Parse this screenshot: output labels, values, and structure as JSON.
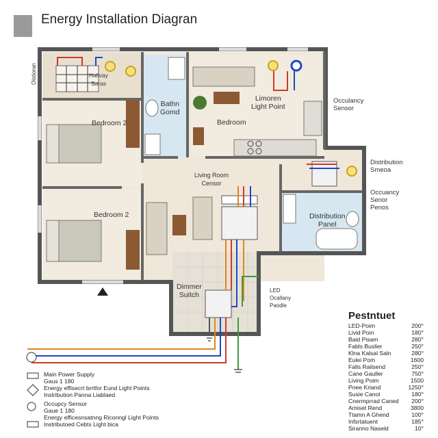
{
  "header": {
    "title": "Energy Installation Diagran"
  },
  "rooms": {
    "hallway": "Hallvay\nSaras",
    "bath": "Bathn\nGomd",
    "bedroom_top": "Bedroom 2",
    "bedroom_bottom": "Bedroom 2",
    "living_room": "Living Room\nCensor",
    "kitchen_light": "Limoren\nLight Point",
    "bedroom_right": "Bedroom",
    "distribution_panel": "Distribution\nPanel",
    "dimmer": "Dimmer\nSuitch",
    "left_vertical": "Oistioran"
  },
  "callouts": {
    "occupancy_1": "Occulancy\nSensor",
    "distribution_sensor": "Distribution\nSmeoa",
    "occupancy_2": "Occuancy\nSenor\nPenos",
    "led_occupancy": "LED\nOcallany\nPaodle"
  },
  "parts_list": {
    "title": "Pestntuet",
    "rows": [
      {
        "name": "LED-Poim",
        "value": "200°"
      },
      {
        "name": "Livid Poin",
        "value": "180°"
      },
      {
        "name": "Baid Pisam",
        "value": "280°"
      },
      {
        "name": "Fabls Buslier",
        "value": "250°"
      },
      {
        "name": "Klna Kalsal Saln",
        "value": "280°"
      },
      {
        "name": "Eulei Pom",
        "value": "1600"
      },
      {
        "name": "Falls Railsend",
        "value": "250°"
      },
      {
        "name": "Cane Gauller",
        "value": "750°"
      },
      {
        "name": "Living Poim",
        "value": "1500"
      },
      {
        "name": "Pnee Kriand",
        "value": "1250°"
      },
      {
        "name": "Susie Canol",
        "value": "180°"
      },
      {
        "name": "Cnermprrad Caned",
        "value": "200°"
      },
      {
        "name": "Amiset Rend",
        "value": "3800"
      },
      {
        "name": "Ttamn A Ghend",
        "value": "100°"
      },
      {
        "name": "Infsrtatuent",
        "value": "185°"
      },
      {
        "name": "Siranno Naseld",
        "value": "10°"
      }
    ]
  },
  "legend": {
    "main_power": "Main Power Supply",
    "gaus_1": "Gaus 1 180",
    "energy_1": "Energy effisecrt brrtfor Eund Light Points",
    "instr_1": "Instribution Panna Liablaed",
    "occupy": "Occupcy Sensor",
    "gaus_2": "Gaue 1 180",
    "energy_2": "Energy efficesnsatnng Riconngl Light Points",
    "instr_2": "Instributoed Cebts Light bica"
  }
}
